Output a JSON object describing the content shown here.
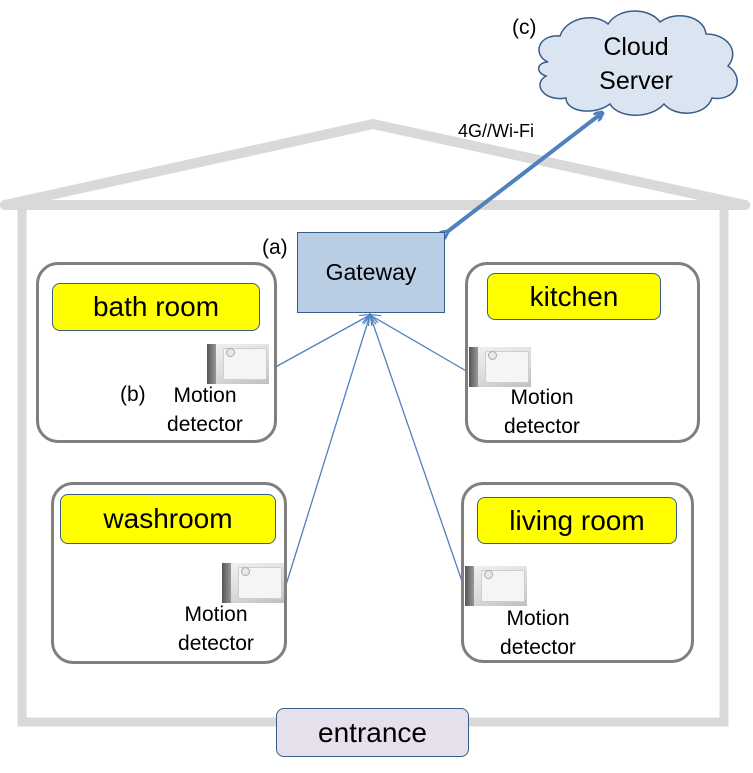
{
  "diagram": {
    "cloud": {
      "tag": "(c)",
      "line1": "Cloud",
      "line2": "Server",
      "fill": "#dbe5f1",
      "stroke": "#385d8a"
    },
    "link": {
      "label": "4G//Wi-Fi",
      "color": "#4f81bd"
    },
    "gateway": {
      "tag": "(a)",
      "label": "Gateway",
      "fill": "#b9cde5"
    },
    "house": {
      "wall_color": "#d9d9d9"
    },
    "rooms": [
      {
        "name": "bath room",
        "detector_tag": "(b)",
        "detector_line1": "Motion",
        "detector_line2": "detector"
      },
      {
        "name": "kitchen",
        "detector_line1": "Motion",
        "detector_line2": "detector"
      },
      {
        "name": "washroom",
        "detector_line1": "Motion",
        "detector_line2": "detector"
      },
      {
        "name": "living room",
        "detector_line1": "Motion",
        "detector_line2": "detector"
      }
    ],
    "room_label_color": "#ffff00",
    "entrance": {
      "label": "entrance",
      "fill": "#e6e0ec"
    }
  }
}
